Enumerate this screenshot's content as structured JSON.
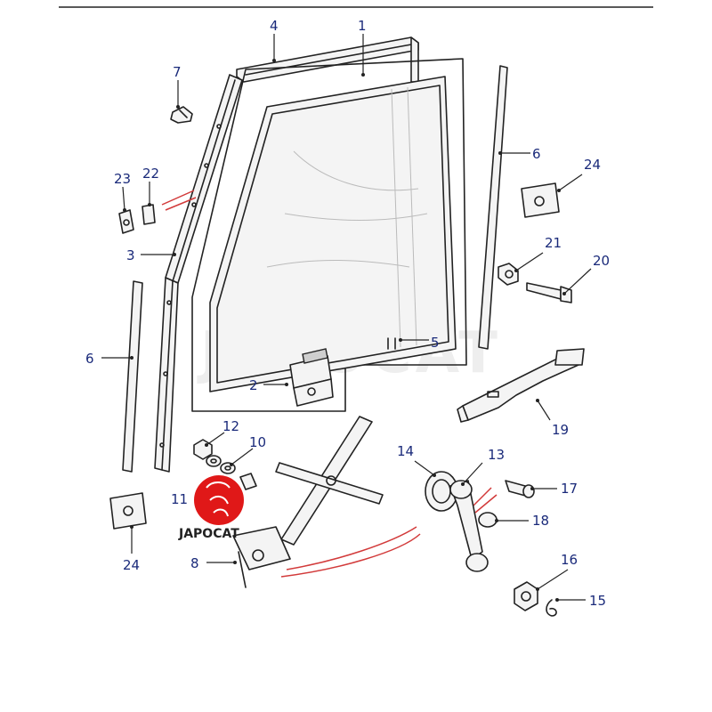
{
  "brand": {
    "watermark": "JAPOCAT",
    "logo_text": "JAPOCAT",
    "logo_color": "#e01818"
  },
  "callouts": [
    {
      "id": "c1",
      "label": "1"
    },
    {
      "id": "c2",
      "label": "2"
    },
    {
      "id": "c3",
      "label": "3"
    },
    {
      "id": "c4",
      "label": "4"
    },
    {
      "id": "c5",
      "label": "5"
    },
    {
      "id": "c6a",
      "label": "6"
    },
    {
      "id": "c6b",
      "label": "6"
    },
    {
      "id": "c7",
      "label": "7"
    },
    {
      "id": "c8",
      "label": "8"
    },
    {
      "id": "c10",
      "label": "10"
    },
    {
      "id": "c11",
      "label": "11"
    },
    {
      "id": "c12",
      "label": "12"
    },
    {
      "id": "c13",
      "label": "13"
    },
    {
      "id": "c14",
      "label": "14"
    },
    {
      "id": "c15",
      "label": "15"
    },
    {
      "id": "c16",
      "label": "16"
    },
    {
      "id": "c17",
      "label": "17"
    },
    {
      "id": "c18",
      "label": "18"
    },
    {
      "id": "c19",
      "label": "19"
    },
    {
      "id": "c20",
      "label": "20"
    },
    {
      "id": "c21",
      "label": "21"
    },
    {
      "id": "c22",
      "label": "22"
    },
    {
      "id": "c23",
      "label": "23"
    },
    {
      "id": "c24a",
      "label": "24"
    },
    {
      "id": "c24b",
      "label": "24"
    }
  ]
}
